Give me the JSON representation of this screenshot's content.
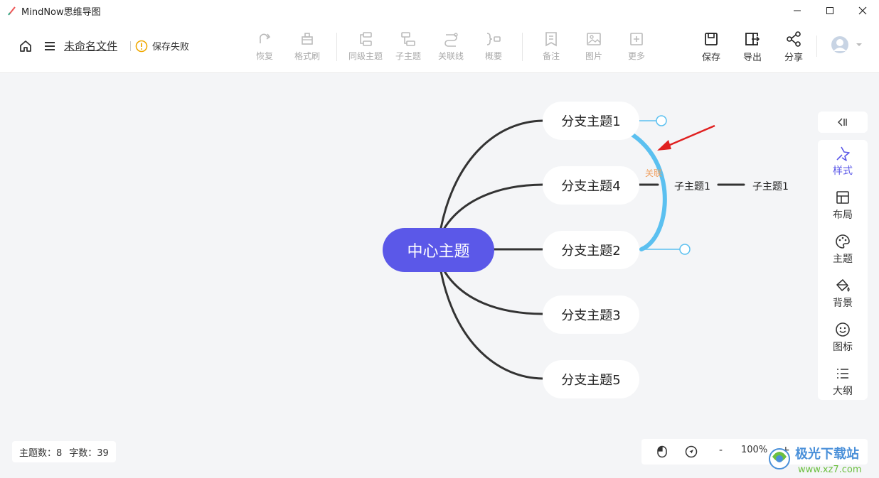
{
  "window": {
    "title": "MindNow思维导图",
    "controls": [
      "minimize",
      "maximize",
      "close"
    ]
  },
  "toolbar": {
    "filename": "未命名文件",
    "save_status": "保存失败",
    "tools": [
      {
        "label": "恢复",
        "icon": "redo-icon"
      },
      {
        "label": "格式刷",
        "icon": "format-brush-icon"
      },
      {
        "label": "同级主题",
        "icon": "sibling-topic-icon"
      },
      {
        "label": "子主题",
        "icon": "subtopic-icon"
      },
      {
        "label": "关联线",
        "icon": "relation-line-icon"
      },
      {
        "label": "概要",
        "icon": "summary-icon"
      },
      {
        "label": "备注",
        "icon": "note-icon"
      },
      {
        "label": "图片",
        "icon": "image-icon"
      },
      {
        "label": "更多",
        "icon": "more-icon"
      }
    ],
    "actions": [
      {
        "label": "保存",
        "icon": "save-icon"
      },
      {
        "label": "导出",
        "icon": "export-icon"
      },
      {
        "label": "分享",
        "icon": "share-icon"
      }
    ]
  },
  "mindmap": {
    "center": "中心主题",
    "branches": [
      "分支主题1",
      "分支主题4",
      "分支主题2",
      "分支主题3",
      "分支主题5"
    ],
    "subtopics": [
      "子主题1",
      "子主题1"
    ],
    "relation_label": "关联"
  },
  "right_panel": {
    "items": [
      {
        "label": "样式",
        "icon": "style-icon",
        "active": true
      },
      {
        "label": "布局",
        "icon": "layout-icon"
      },
      {
        "label": "主题",
        "icon": "palette-icon"
      },
      {
        "label": "背景",
        "icon": "paint-bucket-icon"
      },
      {
        "label": "图标",
        "icon": "smiley-icon"
      },
      {
        "label": "大纲",
        "icon": "outline-icon"
      }
    ]
  },
  "status": {
    "topic_count_label": "主题数：8",
    "word_count_label": "字数：39"
  },
  "zoom": {
    "level": "100%",
    "minus": "-",
    "plus": "+"
  },
  "watermark": {
    "text": "极光下载站",
    "url_text": "www.xz7.com"
  },
  "colors": {
    "accent": "#5b58e8",
    "relation": "#5bc0f0",
    "arrow": "#e02020"
  }
}
